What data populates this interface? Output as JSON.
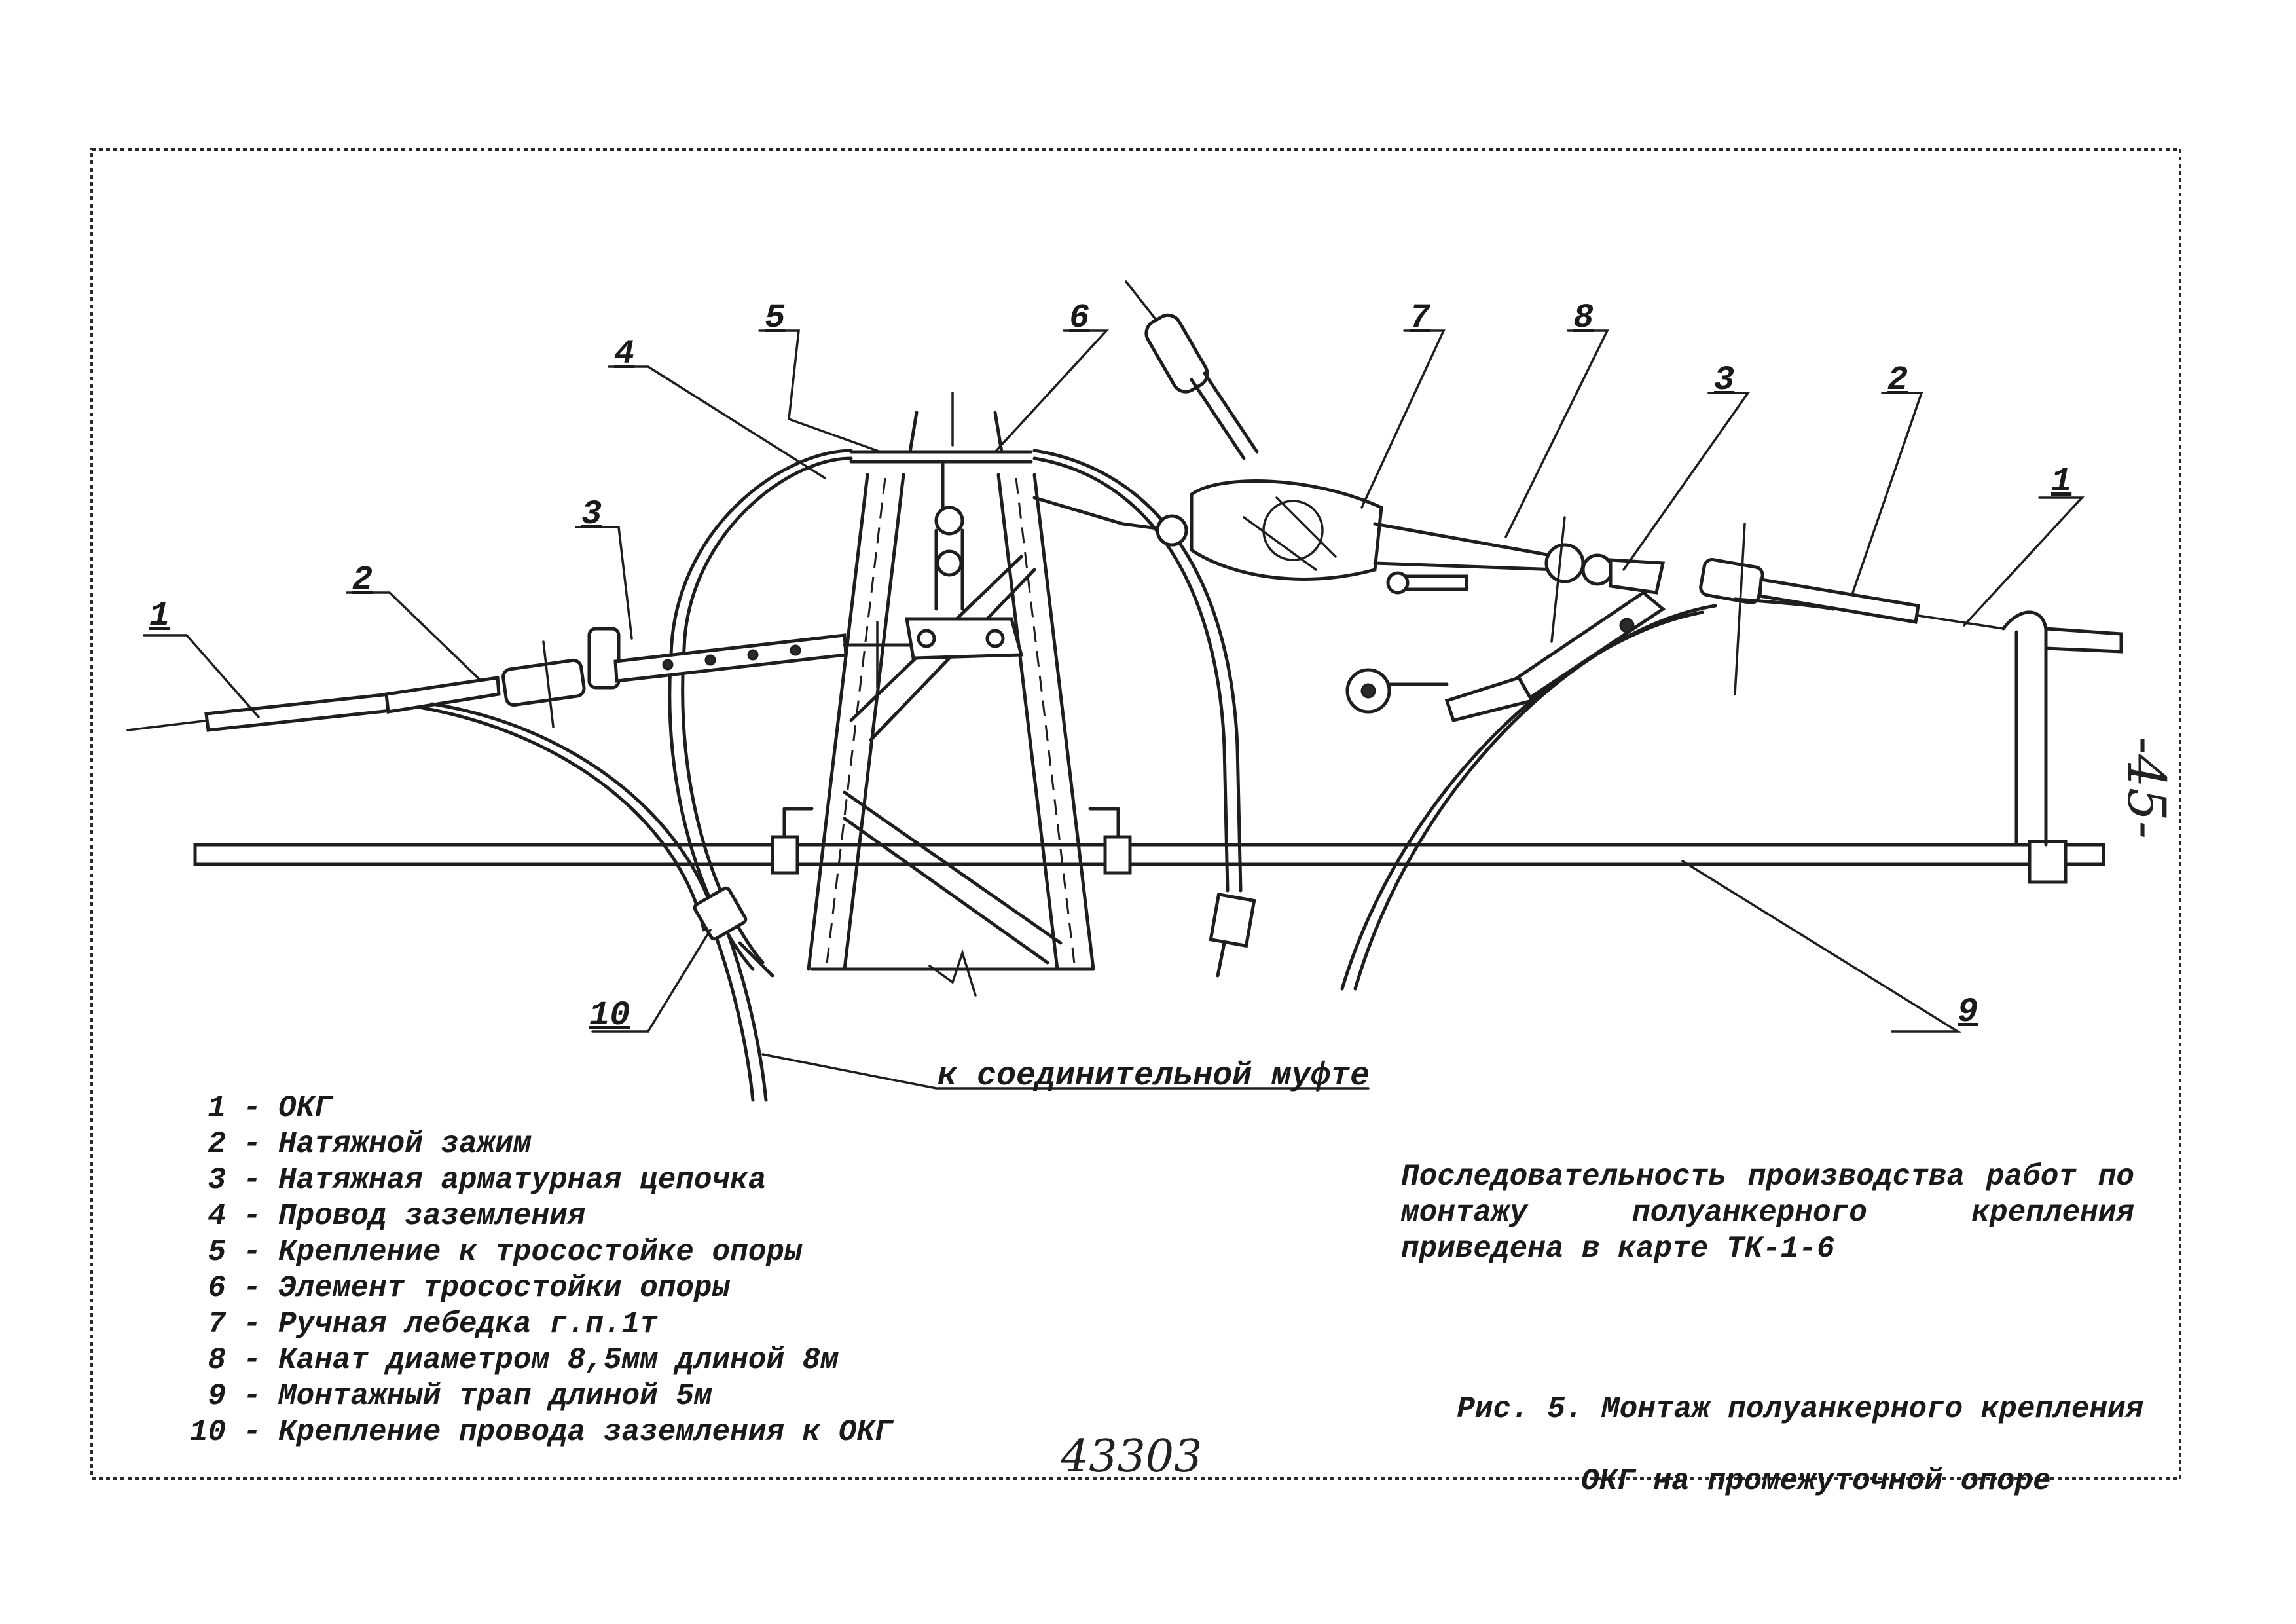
{
  "callouts": {
    "c1_left": "1",
    "c2_left": "2",
    "c3_left": "3",
    "c4": "4",
    "c5": "5",
    "c6": "6",
    "c7": "7",
    "c8": "8",
    "c3_right": "3",
    "c2_right": "2",
    "c1_right": "1",
    "c9": "9",
    "c10": "10"
  },
  "muft_label": "к соединительной муфте",
  "legend": [
    {
      "num": "1",
      "text": "ОКГ"
    },
    {
      "num": "2",
      "text": "Натяжной зажим"
    },
    {
      "num": "3",
      "text": "Натяжная арматурная цепочка"
    },
    {
      "num": "4",
      "text": "Провод заземления"
    },
    {
      "num": "5",
      "text": "Крепление к тросостойке опоры"
    },
    {
      "num": "6",
      "text": "Элемент тросостойки опоры"
    },
    {
      "num": "7",
      "text": "Ручная лебедка г.п.1т"
    },
    {
      "num": "8",
      "text": "Канат диаметром 8,5мм длиной 8м"
    },
    {
      "num": "9",
      "text": "Монтажный трап длиной 5м"
    },
    {
      "num": "10",
      "text": "Крепление провода заземления к ОКГ"
    }
  ],
  "legend_dash": "-",
  "note": "Последовательность производства работ по монтажу полуанкерного крепления приведена в карте ТК-1-6",
  "caption": {
    "line1": "Рис. 5. Монтаж полуанкерного крепления",
    "line2": "ОКГ на промежуточной опоре"
  },
  "stamp": "43303",
  "page_number": "-45-"
}
